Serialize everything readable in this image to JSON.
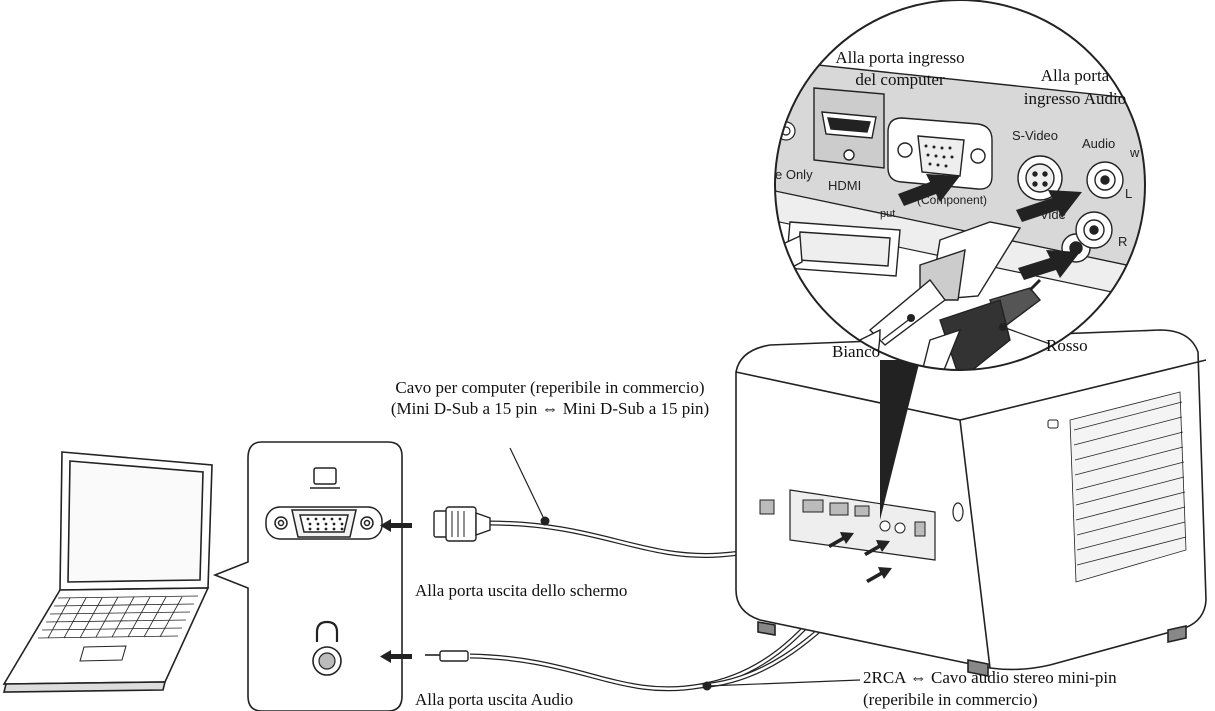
{
  "labels": {
    "computer_cable_line1": "Cavo per computer (reperibile in commercio)",
    "computer_cable_line2": "(Mini D-Sub a 15 pin ⇔ Mini D-Sub a 15 pin)",
    "to_computer_input_line1": "Alla porta ingresso",
    "to_computer_input_line2": "del computer",
    "to_audio_input_line1": "Alla porta",
    "to_audio_input_line2": "ingresso Audio",
    "white": "Bianco",
    "red": "Rosso",
    "to_screen_output": "Alla porta uscita dello schermo",
    "to_audio_output": "Alla porta uscita Audio",
    "audio_cable_line1": "2RCA ⇔ Cavo audio stereo mini-pin",
    "audio_cable_line2": "(reperibile in commercio)"
  },
  "port_labels": {
    "hdmi": "HDMI",
    "s_video": "S-Video",
    "audio": "Audio",
    "only": "e Only",
    "component": "(Component)",
    "video": "Vide",
    "input": "put",
    "left": "L",
    "right": "R",
    "w": "w"
  }
}
